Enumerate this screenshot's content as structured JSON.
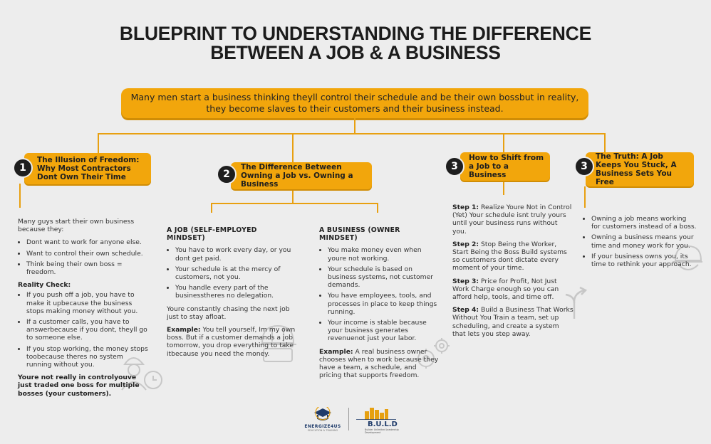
{
  "title": {
    "line1": "BLUEPRINT TO UNDERSTANDING THE DIFFERENCE",
    "line2": "BETWEEN A JOB & A BUSINESS"
  },
  "intro": "Many men start a business thinking theyll control their schedule and be their own bossbut in reality, they become slaves to their customers and their business instead.",
  "colors": {
    "accent": "#f2a60c",
    "dark": "#1e1e1e",
    "background": "#ededed"
  },
  "sections": [
    {
      "number": "1",
      "title": "The Illusion of Freedom: Why Most Contractors Dont Own Their Time",
      "intro": "Many guys start their own business because they:",
      "bullets": [
        "Dont want to work for anyone else.",
        "Want to control their own schedule.",
        "Think being their own boss = freedom."
      ],
      "reality_heading": "Reality Check:",
      "reality_bullets": [
        "If you push off a job, you have to make it upbecause the business stops making money without you.",
        "If a customer calls, you have to answerbecause if you dont, theyll go to someone else.",
        "If you stop working, the money stops toobecause theres no system running without you."
      ],
      "conclusion": "Youre not really in controlyouve just traded one boss for multiple bosses (your customers)."
    },
    {
      "number": "2",
      "title": "The Difference Between Owning a Job vs. Owning a Business",
      "job": {
        "heading": "A JOB (SELF-EMPLOYED MINDSET)",
        "bullets": [
          "You have to work every day, or you dont get paid.",
          "Your schedule is at the mercy of customers, not you.",
          "You handle every part of the businesstheres no delegation."
        ],
        "summary": "Youre constantly chasing the next job just to stay afloat.",
        "example_label": "Example:",
        "example": "You tell yourself, Im my own boss. But if a customer demands a job tomorrow, you drop everything to take itbecause you need the money."
      },
      "business": {
        "heading": "A BUSINESS (OWNER MINDSET)",
        "bullets": [
          "You make money even when youre not working.",
          "Your schedule is based on business systems, not customer demands.",
          "You have employees, tools, and processes in place to keep things running.",
          "Your income is stable because your business generates revenuenot just your labor."
        ],
        "example_label": "Example:",
        "example": "A real business owner chooses when to work because they have a team, a schedule, and pricing that supports freedom."
      }
    },
    {
      "number": "3",
      "title": "How to Shift from a Job to a Business",
      "steps": [
        {
          "label": "Step 1:",
          "text": "Realize Youre Not in Control (Yet) Your schedule isnt truly yours until your business runs without you."
        },
        {
          "label": "Step 2:",
          "text": "Stop Being the Worker, Start Being the Boss Build systems so customers dont dictate every moment of your time."
        },
        {
          "label": "Step 3:",
          "text": "Price for Profit, Not Just Work Charge enough so you can afford help, tools, and time off."
        },
        {
          "label": "Step 4:",
          "text": "Build a Business That Works Without You Train a team, set up scheduling, and create a system that lets you step away."
        }
      ]
    },
    {
      "number": "3",
      "title": "The Truth: A Job Keeps You Stuck, A Business Sets You Free",
      "bullets": [
        "Owning a job means working for customers instead of a boss.",
        "Owning a business means your time and money work for you.",
        "If your business owns you, its time to rethink your approach."
      ]
    }
  ],
  "footer": {
    "logo1_name": "ENERGIZE4US",
    "logo1_tag": "EDUCATION & TRAINING",
    "logo2_name": "B.U.L.D",
    "logo2_tag": "Builder Unlimited Leadership Development"
  }
}
